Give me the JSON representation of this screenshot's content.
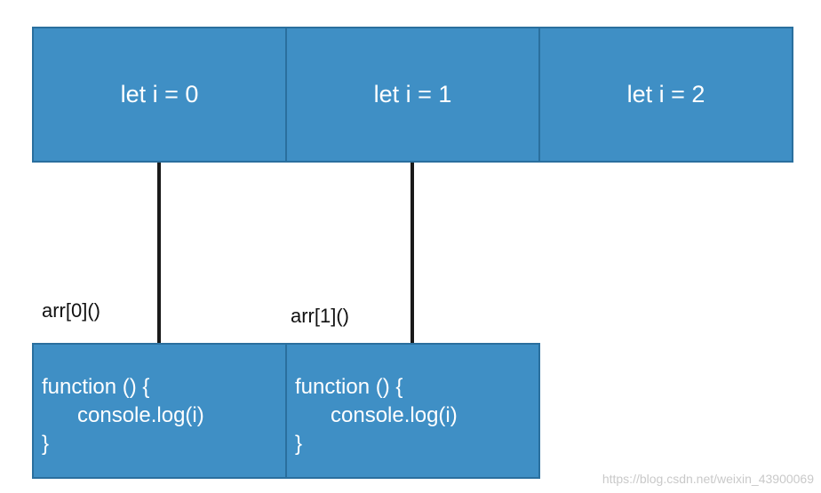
{
  "scopes": [
    {
      "label": "let i = 0"
    },
    {
      "label": "let i = 1"
    },
    {
      "label": "let i = 2"
    }
  ],
  "calls": [
    {
      "label": "arr[0]()"
    },
    {
      "label": "arr[1]()"
    }
  ],
  "functions": [
    {
      "line1": "function () {",
      "line2": "console.log(i)",
      "line3": "}"
    },
    {
      "line1": "function () {",
      "line2": "console.log(i)",
      "line3": "}"
    }
  ],
  "watermark": "https://blog.csdn.net/weixin_43900069",
  "colors": {
    "box_fill": "#3f8fc5",
    "box_border": "#2a6f9e",
    "box_text": "#ffffff",
    "connector": "#1a1a1a"
  }
}
